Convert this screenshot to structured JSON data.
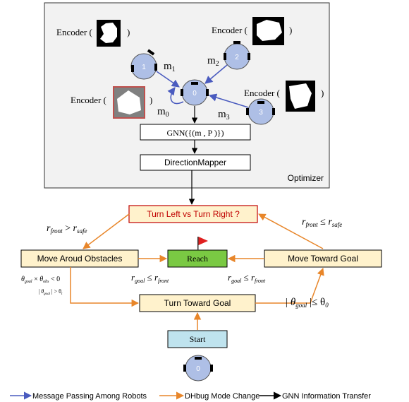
{
  "optimizer": {
    "label": "Optimizer",
    "gnn_label": "GNN({(m , P )})",
    "mapper_label": "DirectionMapper"
  },
  "encoder_prefix": "Encoder (",
  "encoder_suffix": ")",
  "messages": {
    "m0": "m",
    "m1": "m",
    "m2": "m",
    "m3": "m"
  },
  "message_subs": {
    "m0": "0",
    "m1": "1",
    "m2": "2",
    "m3": "3"
  },
  "robots": {
    "r0": "0",
    "r1": "1",
    "r2": "2",
    "r3": "3",
    "start": "0"
  },
  "states": {
    "decision": "Turn Left  vs Turn Right ?",
    "move_around": "Move Aroud Obstacles",
    "reach": "Reach",
    "move_toward_goal": "Move Toward Goal",
    "turn_toward_goal": "Turn Toward Goal",
    "start": "Start"
  },
  "conditions": {
    "front_gt_safe": "r_front > r_safe",
    "front_le_safe": "r_front ≤ r_safe",
    "goal_le_front_left": "r_goal ≤ r_front",
    "goal_le_front_right": "r_goal ≤ r_front",
    "theta_product": "θ_goal × θ_obs < 0",
    "theta_abs_gt": "| θ_goal | > θ_t",
    "theta_abs_le": "| θ_goal |≤ θ_0"
  },
  "legend": {
    "message": "Message Passing Among Robots",
    "mode": "DHbug Mode Change",
    "gnn": "GNN Information Transfer"
  },
  "colors": {
    "blue_arrow": "#4a5bbf",
    "orange_arrow": "#e8862a",
    "black_arrow": "#000000",
    "robot_fill": "#aebfe6",
    "state_fill": "#fff2cc",
    "reach_fill": "#7ac943",
    "start_fill": "#bfe3ee",
    "decision_border": "#c00000",
    "panel_fill": "#f2f2f2"
  }
}
